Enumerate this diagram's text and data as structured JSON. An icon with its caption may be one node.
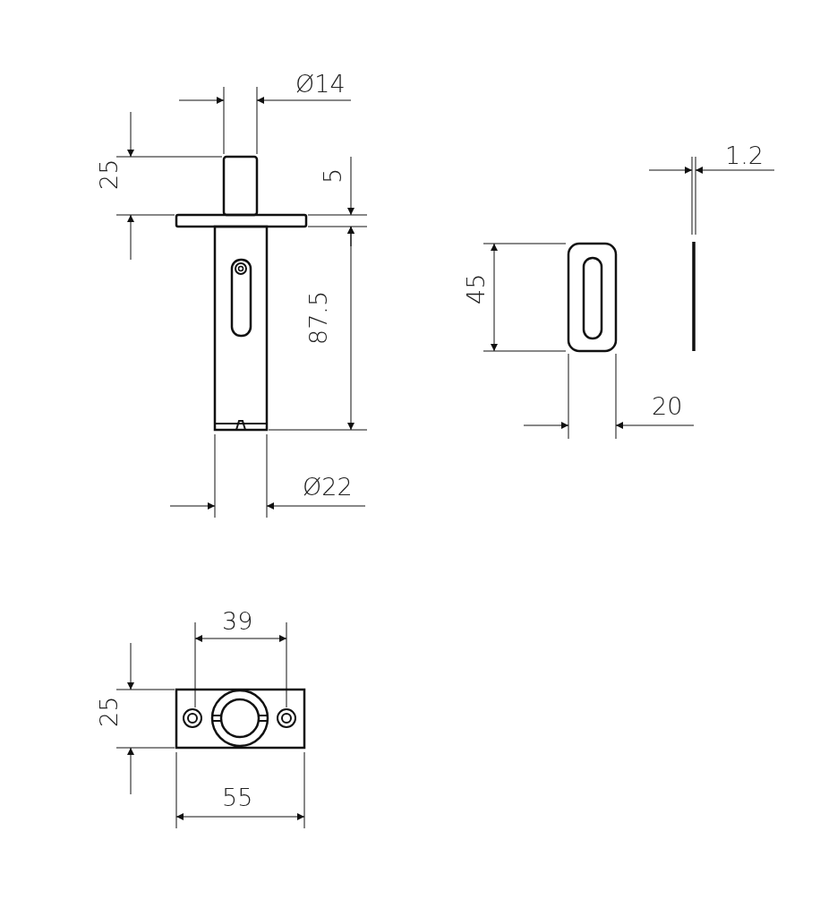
{
  "diagram": {
    "labels": [
      "Ø14",
      "1.2",
      "25",
      "5",
      "45",
      "87.5",
      "20",
      "Ø22",
      "39",
      "25",
      "55"
    ]
  }
}
